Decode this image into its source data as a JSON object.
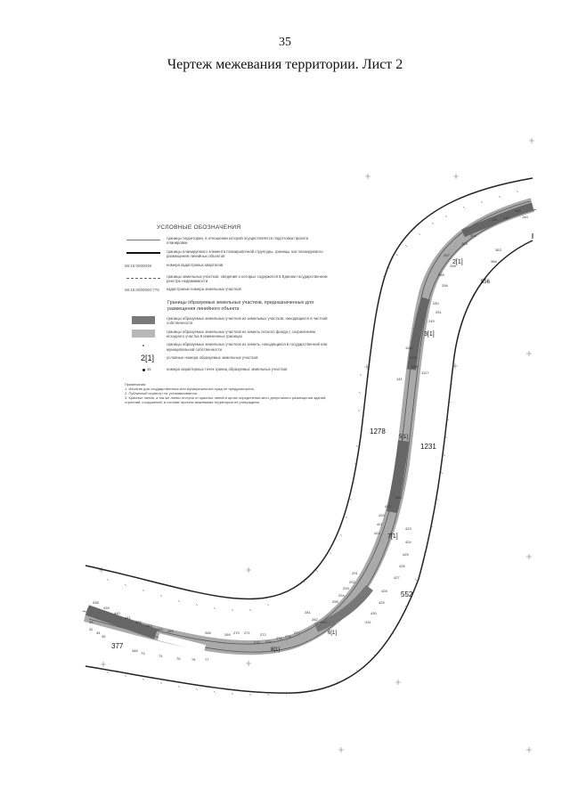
{
  "page": {
    "number": "35",
    "title": "Чертеж межевания территории. Лист 2"
  },
  "legend": {
    "title": "УСЛОВНЫЕ ОБОЗНАЧЕНИЯ",
    "items": [
      {
        "text": "границы территории, в отношении которой осуществляется подготовка проекта планировки"
      },
      {
        "text": "границы планируемого элемента планировочной структуры, границы зон планируемого размещения линейных объектов"
      },
      {
        "code": "69:15:0000039",
        "text": "номера кадастровых кварталов"
      },
      {
        "text": "границы земельных участков, сведения о которых содержатся в Едином государственном реестре недвижимости"
      },
      {
        "code": "69:15:0000000:775",
        "text": "кадастровые номера земельных участков"
      }
    ],
    "sub_header": "Границы образуемых земельных участков, предназначенных для размещения линейного объекта",
    "parcel_items": [
      {
        "text": "границы образуемых земельных участков из земельных участков, находящихся в частной собственности"
      },
      {
        "text": "границы образуемых земельных участков из земель лесного фонда с сохранением исходного участка в измененных границах"
      },
      {
        "text": "границы образуемых земельных участков из земель, находящихся в государственной или муниципальной собственности"
      },
      {
        "label": "2[1]",
        "text": "условные номера образуемых земельных участков"
      },
      {
        "point_label": "35",
        "text": "номера характерных точек границ образуемых земельных участков"
      }
    ],
    "notes_title": "Примечания:",
    "notes": [
      "1. Изъятие для государственных или муниципальных нужд не предусмотрено.",
      "2. Публичный сервитут не устанавливается.",
      "3. Красные линии, а так же линии отступа от красных линий в целях определения мест допустимого размещения зданий, строений, сооружений, в составе проекта межевания территории не утверждены."
    ]
  },
  "map": {
    "cadastral_numbers": [
      "1278",
      "1231",
      "552",
      "377",
      "556"
    ],
    "point_labels": [
      {
        "t": "141"
      },
      {
        "t": "143"
      },
      {
        "t": "142"
      },
      {
        "t": "144"
      },
      {
        "t": "253"
      },
      {
        "t": "254"
      },
      {
        "t": "257"
      },
      {
        "t": "258"
      },
      {
        "t": "255"
      },
      {
        "t": "256"
      },
      {
        "t": "363"
      },
      {
        "t": "366"
      },
      {
        "t": "250"
      },
      {
        "t": "251"
      },
      {
        "t": "249"
      },
      {
        "t": "1140"
      },
      {
        "t": "1125"
      },
      {
        "t": "1126"
      },
      {
        "t": "1127"
      },
      {
        "t": "141"
      },
      {
        "t": "416"
      },
      {
        "t": "417"
      },
      {
        "t": "420"
      },
      {
        "t": "421"
      },
      {
        "t": "422"
      },
      {
        "t": "423"
      },
      {
        "t": "424"
      },
      {
        "t": "425"
      },
      {
        "t": "426"
      },
      {
        "t": "427"
      },
      {
        "t": "428"
      },
      {
        "t": "429"
      },
      {
        "t": "430"
      },
      {
        "t": "431"
      },
      {
        "t": "291"
      },
      {
        "t": "292"
      },
      {
        "t": "293"
      },
      {
        "t": "294"
      },
      {
        "t": "295"
      },
      {
        "t": "281"
      },
      {
        "t": "282"
      },
      {
        "t": "283"
      },
      {
        "t": "272"
      },
      {
        "t": "273"
      },
      {
        "t": "274"
      },
      {
        "t": "275"
      },
      {
        "t": "276"
      },
      {
        "t": "277"
      },
      {
        "t": "268"
      },
      {
        "t": "269"
      },
      {
        "t": "270"
      },
      {
        "t": "271"
      },
      {
        "t": "438"
      },
      {
        "t": "439"
      },
      {
        "t": "440"
      },
      {
        "t": "441"
      },
      {
        "t": "442"
      },
      {
        "t": "443"
      },
      {
        "t": "444"
      },
      {
        "t": "445"
      },
      {
        "t": "446"
      },
      {
        "t": "73"
      },
      {
        "t": "74"
      },
      {
        "t": "75"
      },
      {
        "t": "76"
      },
      {
        "t": "77"
      },
      {
        "t": "32"
      },
      {
        "t": "33"
      },
      {
        "t": "34"
      },
      {
        "t": "35"
      }
    ],
    "parcel_labels": [
      "3[1]",
      "5[1]",
      "2[1]",
      "7[1]",
      "6[1]",
      "8[1]"
    ]
  }
}
